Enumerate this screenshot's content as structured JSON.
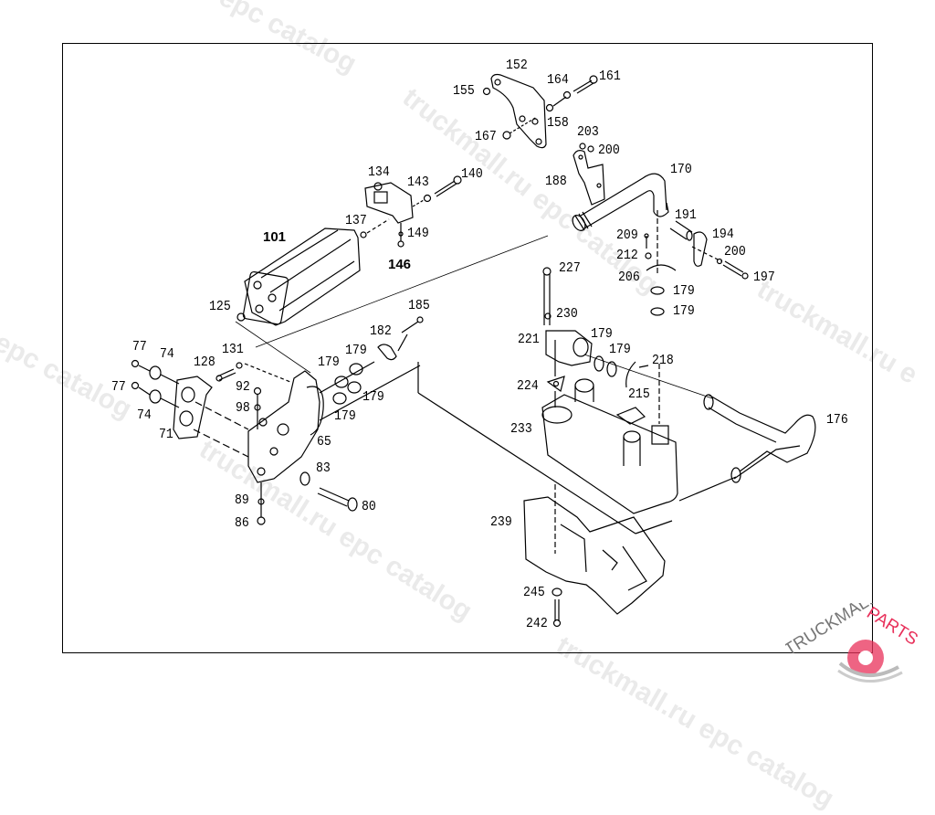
{
  "diagram": {
    "title": "Exploded parts diagram — oil cooler / filter assembly",
    "labels": [
      {
        "id": "152",
        "text": "152"
      },
      {
        "id": "155",
        "text": "155"
      },
      {
        "id": "164",
        "text": "164"
      },
      {
        "id": "161",
        "text": "161"
      },
      {
        "id": "158",
        "text": "158"
      },
      {
        "id": "167",
        "text": "167"
      },
      {
        "id": "203",
        "text": "203"
      },
      {
        "id": "200a",
        "text": "200"
      },
      {
        "id": "188",
        "text": "188"
      },
      {
        "id": "170",
        "text": "170"
      },
      {
        "id": "134",
        "text": "134"
      },
      {
        "id": "143",
        "text": "143"
      },
      {
        "id": "140",
        "text": "140"
      },
      {
        "id": "137",
        "text": "137"
      },
      {
        "id": "149",
        "text": "149"
      },
      {
        "id": "146",
        "text": "146"
      },
      {
        "id": "101",
        "text": "101"
      },
      {
        "id": "191",
        "text": "191"
      },
      {
        "id": "209",
        "text": "209"
      },
      {
        "id": "194",
        "text": "194"
      },
      {
        "id": "212",
        "text": "212"
      },
      {
        "id": "200b",
        "text": "200"
      },
      {
        "id": "206",
        "text": "206"
      },
      {
        "id": "197",
        "text": "197"
      },
      {
        "id": "227",
        "text": "227"
      },
      {
        "id": "179a",
        "text": "179"
      },
      {
        "id": "179b",
        "text": "179"
      },
      {
        "id": "125",
        "text": "125"
      },
      {
        "id": "185",
        "text": "185"
      },
      {
        "id": "230",
        "text": "230"
      },
      {
        "id": "182",
        "text": "182"
      },
      {
        "id": "221",
        "text": "221"
      },
      {
        "id": "179c",
        "text": "179"
      },
      {
        "id": "179d",
        "text": "179"
      },
      {
        "id": "77a",
        "text": "77"
      },
      {
        "id": "74a",
        "text": "74"
      },
      {
        "id": "128",
        "text": "128"
      },
      {
        "id": "131",
        "text": "131"
      },
      {
        "id": "179e",
        "text": "179"
      },
      {
        "id": "179f",
        "text": "179"
      },
      {
        "id": "218",
        "text": "218"
      },
      {
        "id": "92",
        "text": "92"
      },
      {
        "id": "77b",
        "text": "77"
      },
      {
        "id": "224",
        "text": "224"
      },
      {
        "id": "215",
        "text": "215"
      },
      {
        "id": "179g",
        "text": "179"
      },
      {
        "id": "74b",
        "text": "74"
      },
      {
        "id": "98",
        "text": "98"
      },
      {
        "id": "179h",
        "text": "179"
      },
      {
        "id": "71",
        "text": "71"
      },
      {
        "id": "65",
        "text": "65"
      },
      {
        "id": "233",
        "text": "233"
      },
      {
        "id": "176",
        "text": "176"
      },
      {
        "id": "83",
        "text": "83"
      },
      {
        "id": "89",
        "text": "89"
      },
      {
        "id": "80",
        "text": "80"
      },
      {
        "id": "86",
        "text": "86"
      },
      {
        "id": "239",
        "text": "239"
      },
      {
        "id": "245",
        "text": "245"
      },
      {
        "id": "242",
        "text": "242"
      }
    ]
  },
  "watermarks": {
    "w1": "epc catalog",
    "w2": "truckmall.ru epc catalog",
    "w3": "ru epc catalog",
    "w4": "truckmall.ru epc catalog",
    "w5": "truckmall.ru epc catalog",
    "w6": "truckmall.ru e"
  },
  "logo": {
    "text_dark": "TRUCKMALL",
    "text_accent": "PARTS",
    "accent_color": "#e8305a"
  }
}
